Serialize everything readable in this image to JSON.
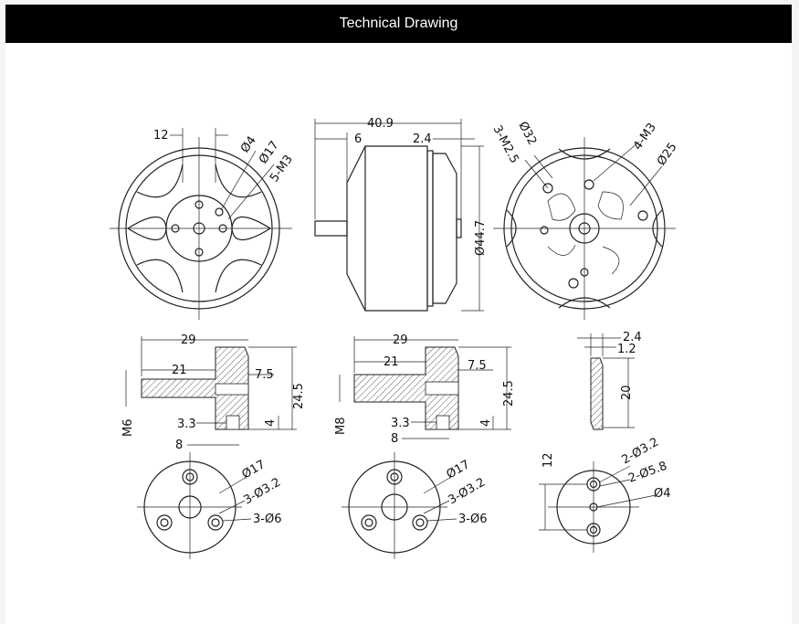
{
  "header": {
    "title": "Technical Drawing"
  },
  "front_view": {
    "dim_12": "12",
    "dim_d4": "Ø4",
    "dim_d17": "Ø17",
    "dim_5m3": "5-M3"
  },
  "side_view": {
    "dim_length": "40.9",
    "dim_shaft": "6",
    "dim_gap": "2.4",
    "dim_diameter": "Ø44.7"
  },
  "rear_view": {
    "dim_3m25": "3-M2.5",
    "dim_d32": "Ø32",
    "dim_4m3": "4-M3",
    "dim_d25": "Ø25"
  },
  "adapter_m6": {
    "dim_29": "29",
    "dim_21": "21",
    "dim_75": "7.5",
    "dim_245": "24.5",
    "thread": "M6",
    "dim_33": "3.3",
    "dim_4": "4",
    "dim_8": "8"
  },
  "adapter_m8": {
    "dim_29": "29",
    "dim_21": "21",
    "dim_75": "7.5",
    "dim_245": "24.5",
    "thread": "M8",
    "dim_33": "3.3",
    "dim_4": "4",
    "dim_8": "8"
  },
  "washer": {
    "dim_24": "2.4",
    "dim_12": "1.2",
    "dim_20": "20"
  },
  "adapter_m6_face": {
    "dim_d17": "Ø17",
    "dim_holes": "3-Ø3.2",
    "dim_cb": "3-Ø6"
  },
  "adapter_m8_face": {
    "dim_d17": "Ø17",
    "dim_holes": "3-Ø3.2",
    "dim_cb": "3-Ø6"
  },
  "washer_face": {
    "dim_12": "12",
    "dim_holes": "2-Ø3.2",
    "dim_cb": "2-Ø5.8",
    "dim_d4": "Ø4"
  }
}
